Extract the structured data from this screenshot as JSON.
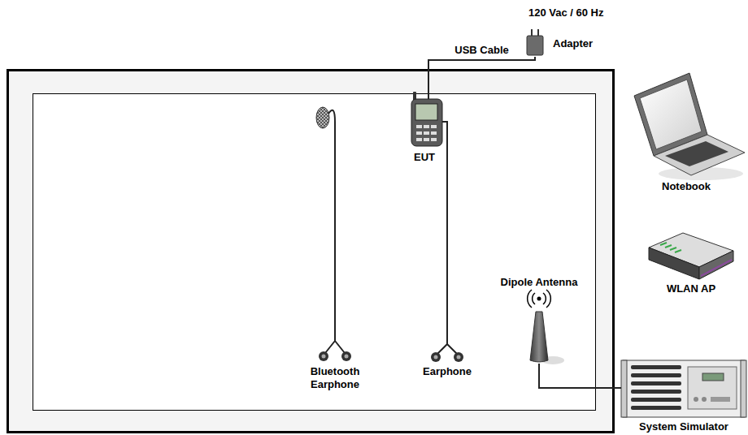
{
  "diagram": {
    "nodes": [
      {
        "text": [
          "Adapter"
        ]
      },
      {
        "text": [
          "EUT"
        ]
      },
      {
        "text": [
          "Bluetooth Earphone"
        ]
      },
      {
        "text": [
          "Earphone"
        ]
      },
      {
        "text": [
          "Dipole Antenna"
        ]
      },
      {
        "text": [
          "Notebook"
        ]
      },
      {
        "text": [
          "WLAN AP"
        ]
      },
      {
        "text": [
          "System Simulator"
        ]
      }
    ],
    "edges": [
      {
        "from": 0,
        "to": 1,
        "label": "USB Cable",
        "arrow": "none"
      },
      {
        "from": 1,
        "to": 3,
        "arrow": "none"
      },
      {
        "from": 4,
        "to": 7,
        "arrow": "none"
      }
    ],
    "labels": [
      "120 Vac / 60 Hz"
    ]
  }
}
